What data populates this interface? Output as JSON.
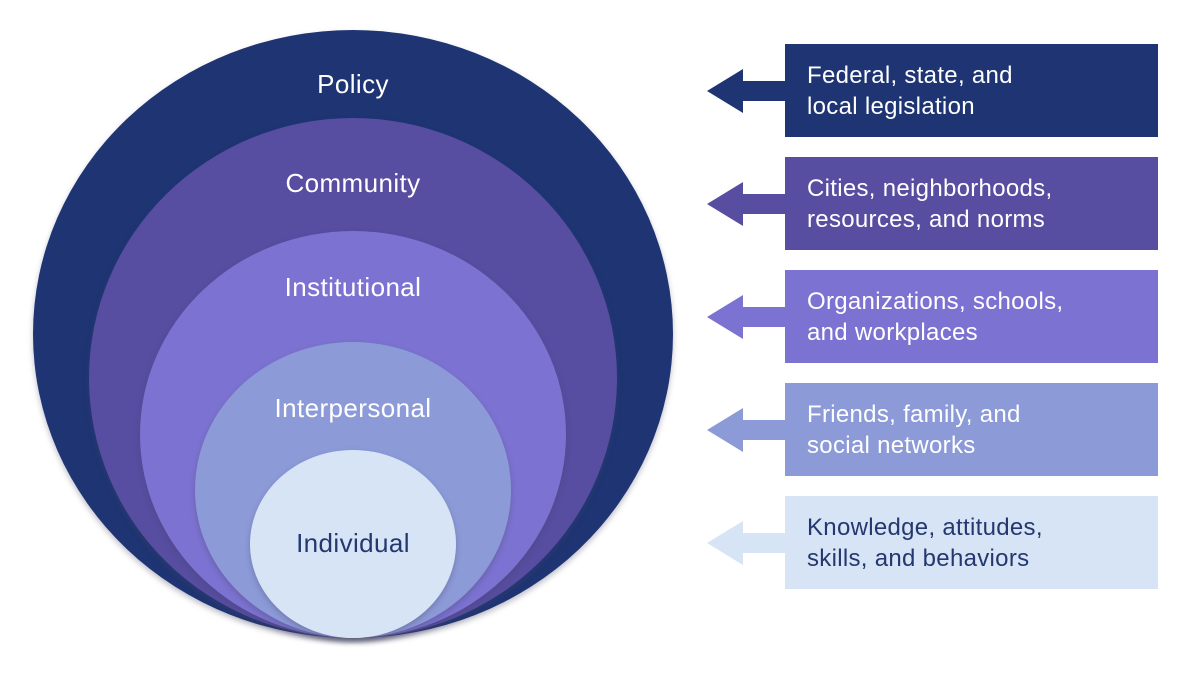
{
  "diagram": {
    "background_color": "#ffffff",
    "levels": [
      {
        "label": "Policy",
        "color": "#1e3473",
        "label_color": "#ffffff",
        "box_color": "#1e3473",
        "box_text_color": "#ffffff",
        "box_lines": [
          "Federal, state, and",
          "local legislation"
        ]
      },
      {
        "label": "Community",
        "color": "#574da1",
        "label_color": "#ffffff",
        "box_color": "#574da1",
        "box_text_color": "#ffffff",
        "box_lines": [
          "Cities, neighborhoods,",
          "resources, and norms"
        ]
      },
      {
        "label": "Institutional",
        "color": "#7c72d1",
        "label_color": "#ffffff",
        "box_color": "#7c72d1",
        "box_text_color": "#ffffff",
        "box_lines": [
          "Organizations, schools,",
          "and workplaces"
        ]
      },
      {
        "label": "Interpersonal",
        "color": "#8c9ad8",
        "label_color": "#ffffff",
        "box_color": "#8c9ad8",
        "box_text_color": "#ffffff",
        "box_lines": [
          "Friends, family, and",
          "social networks"
        ]
      },
      {
        "label": "Individual",
        "color": "#d6e4f6",
        "label_color": "#24386f",
        "box_color": "#d6e4f6",
        "box_text_color": "#24386f",
        "box_lines": [
          "Knowledge, attitudes,",
          "skills, and behaviors"
        ]
      }
    ],
    "arrow_icon": "left-arrow"
  }
}
